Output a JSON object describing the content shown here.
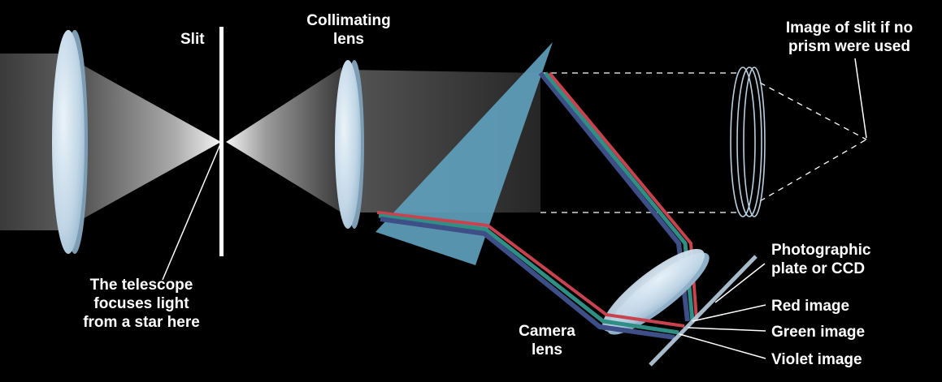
{
  "labels": {
    "slit": "Slit",
    "collimating_lens": [
      "Collimating",
      "lens"
    ],
    "image_no_prism": [
      "Image of slit if no",
      "prism were used"
    ],
    "telescope_focus": [
      "The telescope",
      "focuses light",
      "from a star here"
    ],
    "photographic_plate": [
      "Photographic",
      "plate or CCD"
    ],
    "red_image": "Red image",
    "green_image": "Green image",
    "violet_image": "Violet image",
    "camera_lens": [
      "Camera",
      "lens"
    ]
  },
  "colors": {
    "background": "#000000",
    "lens_glass": "#b9cfe0",
    "prism": "#5f9fbc",
    "beam_red": "#c9434e",
    "beam_green": "#2f8f84",
    "beam_violet": "#3d4f86",
    "label_text": "#ffffff"
  }
}
